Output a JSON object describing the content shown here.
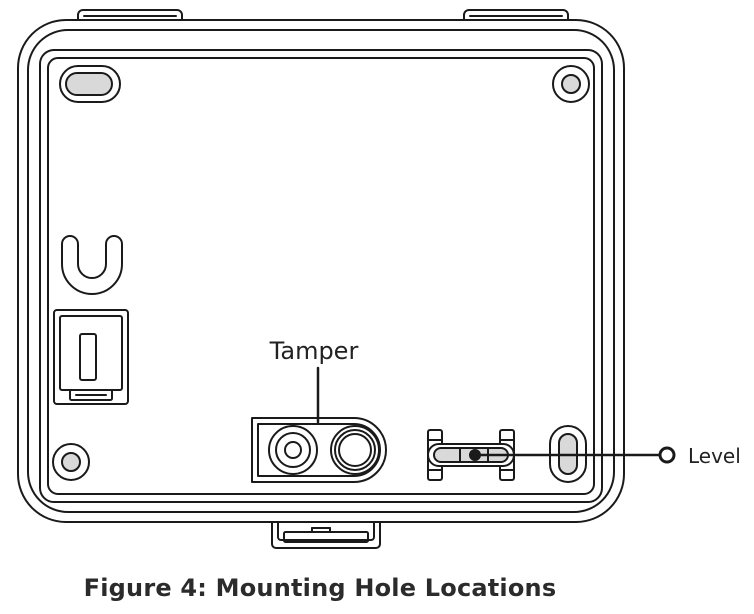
{
  "diagram": {
    "caption": "Figure 4: Mounting Hole Locations",
    "labels": {
      "tamper": "Tamper",
      "level": "Level"
    },
    "colors": {
      "stroke": "#1a1a1a",
      "hole_fill": "#d9d9d9",
      "background": "#ffffff"
    }
  }
}
